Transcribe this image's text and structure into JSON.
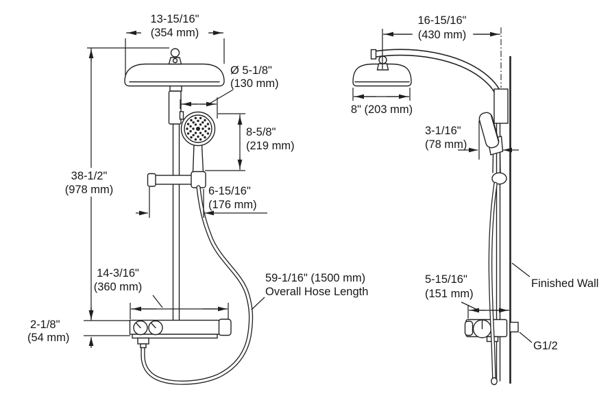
{
  "figure": {
    "kind": "dimensioned technical drawing",
    "subject": "shower column with overhead rain shower, hand shower, slide bar and shelf valve",
    "line_color": "#222222",
    "text_color": "#161616",
    "background": "#ffffff"
  },
  "front_view": {
    "overall_width": {
      "in": "13-15/16\"",
      "mm": "(354 mm)"
    },
    "hand_shower_diameter": {
      "in": "Ø 5-1/8\"",
      "mm": "(130 mm)"
    },
    "hand_shower_drop": {
      "in": "8-5/8\"",
      "mm": "(219 mm)"
    },
    "overall_height": {
      "in": "38-1/2\"",
      "mm": "(978 mm)"
    },
    "slide_bar_offset": {
      "in": "6-15/16\"",
      "mm": "(176 mm)"
    },
    "shelf_width": {
      "in": "14-3/16\"",
      "mm": "(360 mm)"
    },
    "valve_thickness": {
      "in": "2-1/8\"",
      "mm": "(54 mm)"
    },
    "hose_note": {
      "line1": "59-1/16\" (1500 mm)",
      "line2": "Overall Hose Length"
    }
  },
  "side_view": {
    "arm_reach": {
      "in": "16-15/16\"",
      "mm": "(430 mm)"
    },
    "head_depth": {
      "label": "8\" (203 mm)"
    },
    "hand_shower_offset": {
      "in": "3-1/16\"",
      "mm": "(78 mm)"
    },
    "valve_depth": {
      "in": "5-15/16\"",
      "mm": "(151 mm)"
    },
    "wall_label": "Finished Wall",
    "connection_label": "G1/2"
  }
}
